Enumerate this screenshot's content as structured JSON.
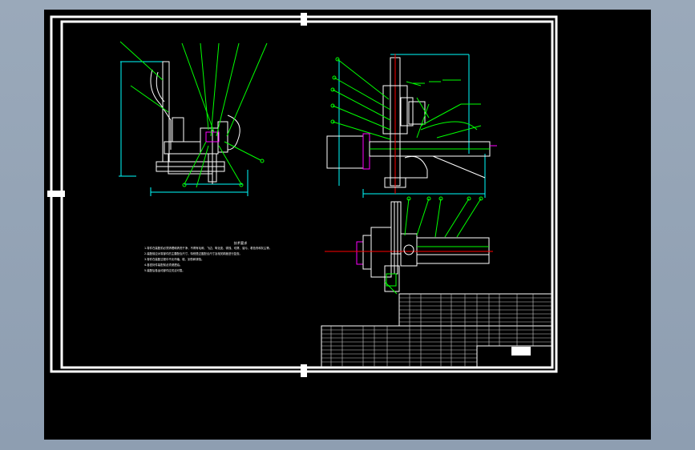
{
  "colors": {
    "background": "#000000",
    "frame": "#ffffff",
    "leader": "#00ff00",
    "dimension": "#00ffff",
    "part": "#ffffff",
    "centerline": "#ff0000",
    "highlight": "#ff00ff",
    "hatch": "#00ff00",
    "desktop": "#93a3b6"
  },
  "notes": {
    "title": "技术要求",
    "lines": [
      "1.零件在装配前必须清理和清洗干净，不得有毛刺、飞边、氧化皮、锈蚀、切屑、油污、着色剂和灰尘等。",
      "2.装配前应对零部件的主要配合尺寸，特别是过盈配合尺寸及相关精度进行复查。",
      "3.零件在装配过程中不允许磕、碰、划伤和锈蚀。",
      "4.各密封件装配前必须浸透油。",
      "5.装配后各运动部件应灵活可靠。"
    ]
  }
}
